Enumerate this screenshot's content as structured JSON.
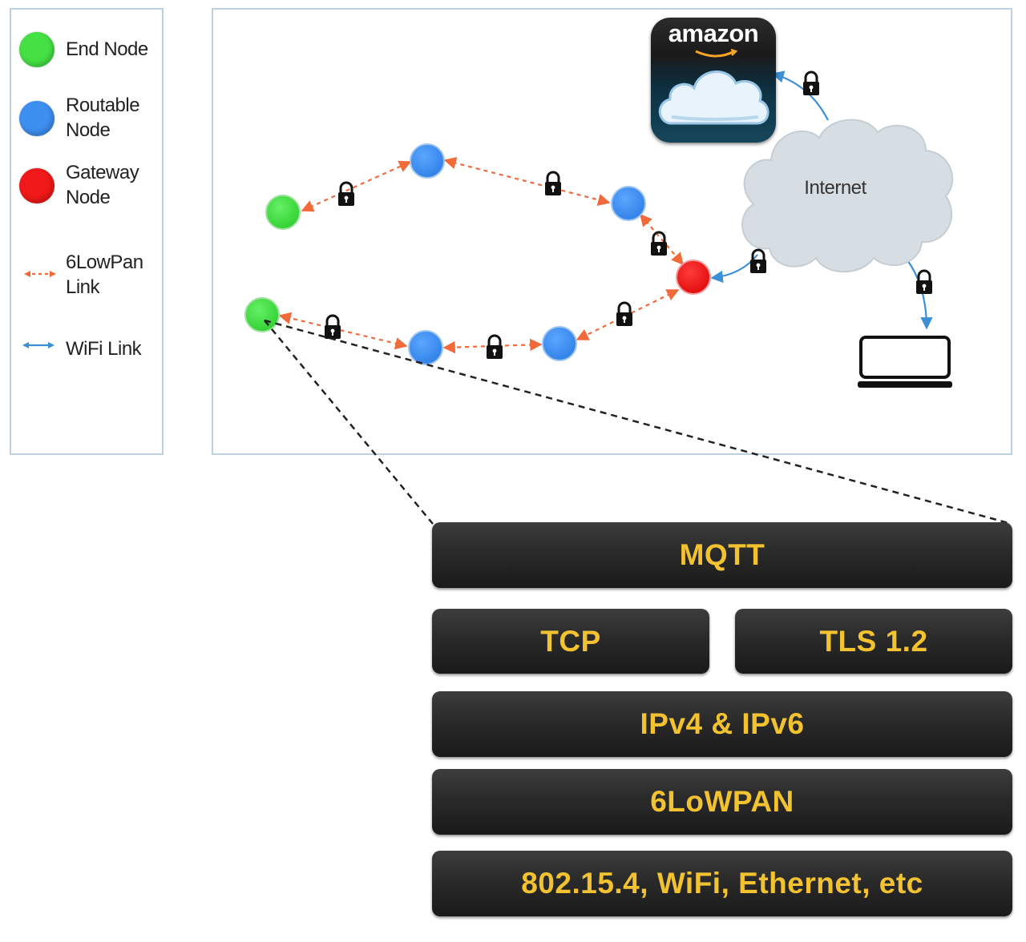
{
  "legend": {
    "items": [
      {
        "label": "End Node",
        "color": "#44e044"
      },
      {
        "label": "Routable\nNode",
        "color": "#3d8ff0"
      },
      {
        "label": "Gateway\nNode",
        "color": "#f01818"
      },
      {
        "label": "6LowPan\nLink",
        "color": "#f06a3a"
      },
      {
        "label": "WiFi Link",
        "color": "#3b8fd6"
      }
    ]
  },
  "network": {
    "cloud_service": "amazon",
    "internet_label": "Internet",
    "nodes": [
      {
        "id": "end-1",
        "type": "end",
        "color": "#44e044"
      },
      {
        "id": "route-1",
        "type": "routable",
        "color": "#3d8ff0"
      },
      {
        "id": "route-2",
        "type": "routable",
        "color": "#3d8ff0"
      },
      {
        "id": "gateway",
        "type": "gateway",
        "color": "#f01818"
      },
      {
        "id": "route-3",
        "type": "routable",
        "color": "#3d8ff0"
      },
      {
        "id": "route-4",
        "type": "routable",
        "color": "#3d8ff0"
      },
      {
        "id": "end-2",
        "type": "end",
        "color": "#44e044"
      }
    ],
    "icons": [
      "lock-icon",
      "cloud-icon",
      "laptop-icon"
    ]
  },
  "stack": {
    "layers": [
      "MQTT",
      "TCP",
      "TLS 1.2",
      "IPv4 & IPv6",
      "6LoWPAN",
      "802.15.4, WiFi, Ethernet, etc"
    ],
    "label_color": "#f2c231"
  }
}
